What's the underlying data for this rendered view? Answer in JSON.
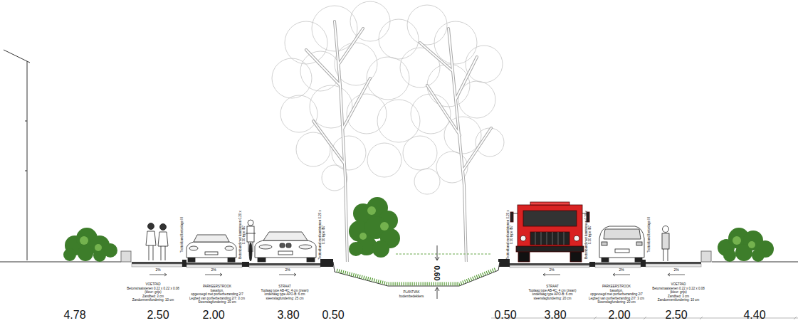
{
  "diagram": {
    "labels": [
      "4.78",
      "2.50",
      "2.00",
      "3.80",
      "0.50",
      "0.50",
      "3.80",
      "2.00",
      "2.50",
      "4.40",
      "0.60",
      "2%",
      "2%",
      "2%",
      "2%",
      "2%",
      "2%",
      "VOETPAD",
      "Betonstraatstenen 0.22 x 0.22 x 0.08",
      "(kleur: grijs)",
      "Zandbed: 3 cm",
      "Zandcementfundering: 10 cm",
      "PARKEERSTROOK",
      "basalton,",
      "opgevoegd met porfierbezanding 2/7",
      "Legbed van porfierbezanding 2/7: 3 cm",
      "Steenslagfundering: 20 cm",
      "STRAAT",
      "Toplaag type AB-4C: 4 cm (zwart)",
      "onderlaag type APO-B: 6 cm",
      "steenslagfundering: 25 cm",
      "PLANTVAK",
      "bodembedekkers",
      "STRAAT",
      "Toplaag type AB-4C: 4 cm (zwart)",
      "onderlaag type APO-B: 6 cm",
      "steenslagfundering: 20 cm",
      "PARKEERSTROOK",
      "basalton,",
      "opgevoegd met porfierbezanding 2/7",
      "Legbed van porfierbezanding 2/7: 3 cm",
      "Steenslagfundering: 20 cm",
      "VOETPAD",
      "Betonstraatstenen 0.22 x 0.22 x 0.08",
      "(kleur: grijs)",
      "Zandbed: 3 cm",
      "Zandcementfundering: 10 cm",
      "Trottoirband betonlage III",
      "Betonband met kantstenen 0.20 x 0.30 type IB7",
      "Trottoirband met kantstenen 0.20 x 0.30 type IB7",
      "Trottoirband met kantstenen 0.20 x 0.30 type IB7",
      "Betonband met kantstenen 0.20 x 0.30 type IB7",
      "Trottoirband betonlage III"
    ]
  }
}
